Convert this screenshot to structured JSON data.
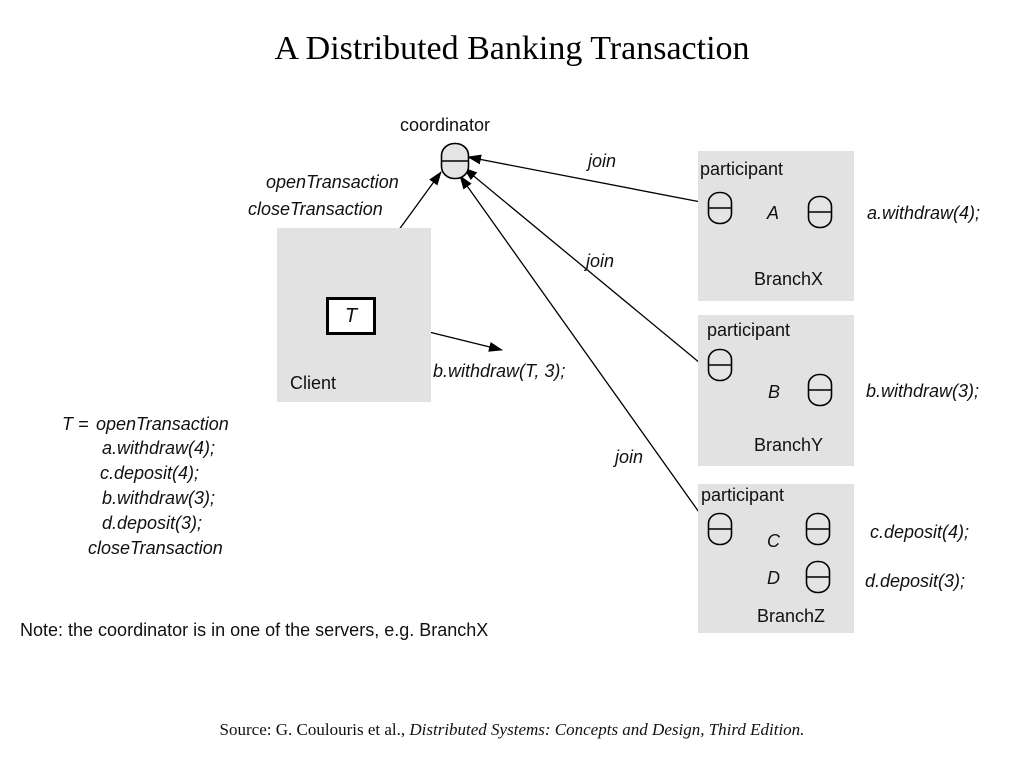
{
  "title": "A Distributed Banking Transaction",
  "coordinator": {
    "label": "coordinator"
  },
  "client": {
    "label": "Client",
    "transaction_symbol": "T",
    "ops_to_coordinator": [
      "openTransaction",
      "closeTransaction"
    ],
    "call_label": "b.withdraw(T, 3);"
  },
  "edges": {
    "join_label": "join"
  },
  "branches": [
    {
      "participant_label": "participant",
      "accounts": [
        "A"
      ],
      "name": "BranchX",
      "operations": [
        "a.withdraw(4);"
      ]
    },
    {
      "participant_label": "participant",
      "accounts": [
        "B"
      ],
      "name": "BranchY",
      "operations": [
        "b.withdraw(3);"
      ]
    },
    {
      "participant_label": "participant",
      "accounts": [
        "C",
        "D"
      ],
      "name": "BranchZ",
      "operations": [
        "c.deposit(4);",
        "d.deposit(3);"
      ]
    }
  ],
  "transaction_code": {
    "prefix": "T =",
    "lines": [
      "openTransaction",
      "a.withdraw(4);",
      "c.deposit(4);",
      "b.withdraw(3);",
      "d.deposit(3);",
      "closeTransaction"
    ]
  },
  "note": "Note: the coordinator is in one of the servers, e.g. BranchX",
  "source": {
    "prefix": "Source: G. Coulouris et al., ",
    "book": "Distributed Systems: Concepts and Design, Third Edition."
  }
}
